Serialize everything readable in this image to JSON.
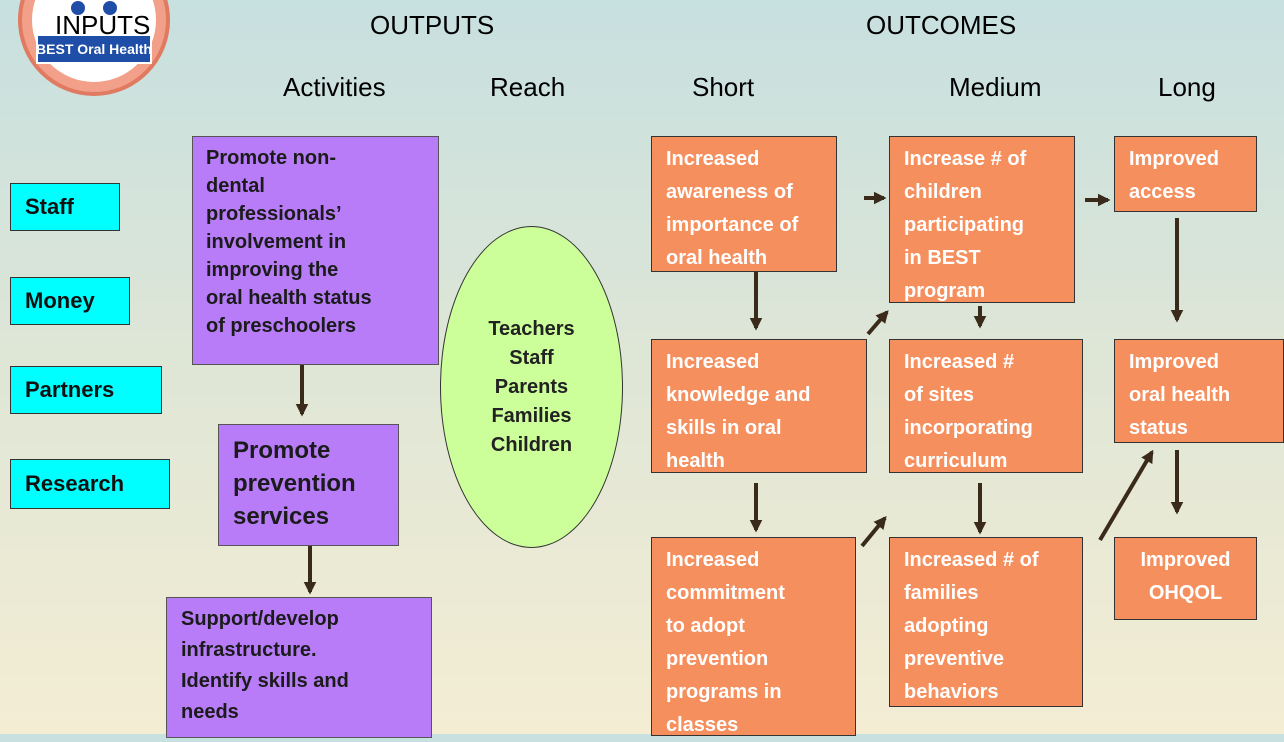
{
  "logo": {
    "badge_text": "BEST Oral Health"
  },
  "headers": {
    "inputs": "INPUTS",
    "outputs": "OUTPUTS",
    "outcomes": "OUTCOMES"
  },
  "subheaders": {
    "activities": "Activities",
    "reach": "Reach",
    "short": "Short",
    "medium": "Medium",
    "long": "Long"
  },
  "inputs": [
    "Staff",
    "Money",
    "Partners",
    "Research"
  ],
  "activities": {
    "a1": [
      "Promote non-",
      "dental",
      "professionals’",
      "involvement in",
      "improving the",
      "oral health status",
      "of preschoolers"
    ],
    "a2": [
      "Promote",
      "prevention",
      "services"
    ],
    "a3": [
      "Support/develop",
      "infrastructure.",
      "Identify skills and",
      "needs"
    ]
  },
  "reach": [
    "Teachers",
    "Staff",
    "Parents",
    "Families",
    "Children"
  ],
  "outcomes": {
    "short": [
      [
        "Increased",
        "awareness of",
        "importance of",
        "oral health"
      ],
      [
        "Increased",
        "knowledge and",
        "skills in oral",
        "health"
      ],
      [
        "Increased",
        "commitment",
        "to adopt",
        "prevention",
        "programs in",
        "classes"
      ]
    ],
    "medium": [
      [
        "Increase # of",
        "children",
        "participating",
        "in BEST",
        "program"
      ],
      [
        "Increased #",
        "of sites",
        "incorporating",
        "curriculum"
      ],
      [
        "Increased # of",
        "families",
        "adopting",
        "preventive",
        "behaviors"
      ]
    ],
    "long": [
      [
        "Improved",
        "access"
      ],
      [
        "Improved",
        "oral health",
        "status"
      ],
      [
        "Improved",
        "OHQOL"
      ]
    ]
  },
  "colors": {
    "input_box": "#00ffff",
    "activity_box": "#b87cf8",
    "outcome_box": "#f68f5e",
    "reach_ellipse": "#ccff99",
    "arrow": "#3a2a1a"
  }
}
